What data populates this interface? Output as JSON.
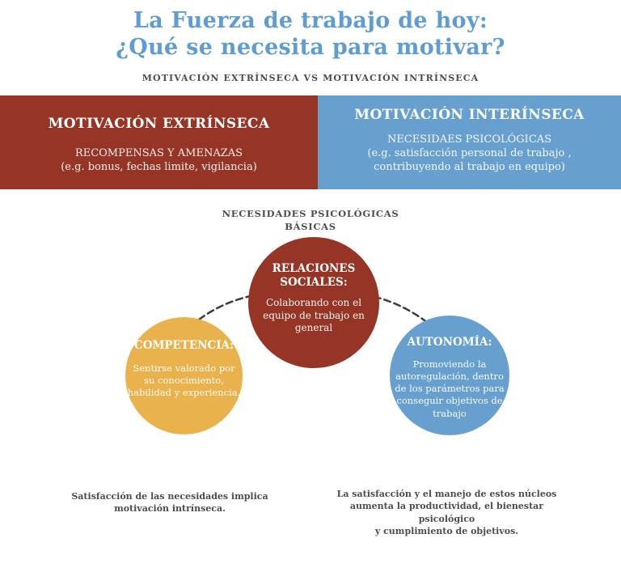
{
  "colors": {
    "title_blue": "#5E9CD3",
    "brand_red": "#963526",
    "brand_blue": "#67A0CF",
    "brand_yellow": "#E9B24D",
    "dark_text": "#4D4D4D"
  },
  "header": {
    "title_line1": "La Fuerza de trabajo de hoy:",
    "title_line2": "¿Qué se necesita para motivar?",
    "subtitle": "MOTIVACIÓN EXTRÍNSECA VS MOTIVACIÓN INTRÍNSECA"
  },
  "banners": {
    "extrinsic": {
      "title": "MOTIVACIÓN EXTRÍNSECA",
      "line1": "RECOMPENSAS Y AMENAZAS",
      "line2": "(e.g. bonus, fechas limite, vigilancia)"
    },
    "intrinsic": {
      "title": "MOTIVACIÓN INTERÍNSECA",
      "line1": "NECESIDAES PSICOLÓGICAS",
      "line2": "(e.g. satisfacción personal de trabajo ,",
      "line3": "contribuyendo al trabajo en equipo)"
    }
  },
  "needs_heading": {
    "line1": "NECESIDADES PSICOLÓGICAS",
    "line2": "BÁSICAS"
  },
  "circles": {
    "relations": {
      "title": "RELACIONES SOCIALES:",
      "body": "Colaborando con el equipo de trabajo en general"
    },
    "competence": {
      "title": "COMPETENCIA:",
      "body": "Sentirse valorado por su conocimiento, habilidad y experiencia."
    },
    "autonomy": {
      "title": "AUTONOMÍA:",
      "body": "Promoviendo la autoregulación, dentro de los parámetros para conseguir objetivos de trabajo"
    }
  },
  "footnotes": {
    "left_line1": "Satisfacción de las necesidades implica",
    "left_line2": "motivación intrínseca.",
    "right_line1": "La satisfacción y el manejo de estos núcleos",
    "right_line2": "aumenta la productividad, el bienestar psicológico",
    "right_line3": "y cumplimiento de objetivos."
  }
}
